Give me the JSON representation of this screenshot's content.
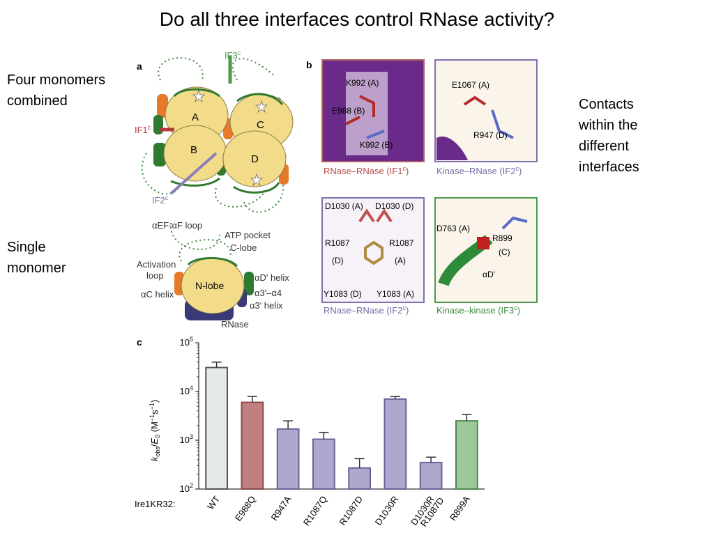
{
  "slide": {
    "title": "Do all three interfaces control RNase activity?",
    "left_notes": [
      "Four monomers combined",
      "Single monomer"
    ],
    "right_note": "Contacts within the different interfaces"
  },
  "panel_a": {
    "letter": "a",
    "monomers": [
      "A",
      "B",
      "C",
      "D"
    ],
    "interfaces": [
      "IF1",
      "IF2",
      "IF3"
    ],
    "superscript": "c",
    "labels": {
      "loop": "αEF-αF loop",
      "atp": "ATP pocket",
      "clobe": "C-lobe",
      "activation": "Activation",
      "activation2": "loop",
      "nlobe": "N-lobe",
      "achelix": "αC helix",
      "adhelix": "αD' helix",
      "a34": "α3′–α4",
      "a3helix": "α3′ helix",
      "rnase": "RNase"
    },
    "colors": {
      "lobe": "#f2dc8a",
      "green": "#2e8b3a",
      "orange": "#e8782a",
      "navy": "#3a3a78",
      "if1": "#b33a3a",
      "if2": "#8a80b8",
      "if3": "#4a9a4a"
    }
  },
  "panel_b": {
    "letter": "b",
    "boxes": [
      {
        "caption": "RNase–RNase (IF1",
        "sup": "c",
        "end": ")",
        "residues": [
          "K992 (A)",
          "E988 (B)",
          "K992 (B)"
        ],
        "border": "#b36060",
        "capcolor": "#b34a4a"
      },
      {
        "caption": "Kinase–RNase (IF2",
        "sup": "c",
        "end": ")",
        "residues": [
          "E1067 (A)",
          "R947 (D)"
        ],
        "border": "#8070b0",
        "capcolor": "#7a6aa8"
      },
      {
        "caption": "RNase–RNase (IF2",
        "sup": "c",
        "end": ")",
        "residues": [
          "D1030 (A)",
          "D1030 (D)",
          "R1087",
          "(D)",
          "R1087",
          "(A)",
          "Y1083 (D)",
          "Y1083 (A)"
        ],
        "border": "#8070b0",
        "capcolor": "#7a6aa8"
      },
      {
        "caption": "Kinase–kinase (IF3",
        "sup": "c",
        "end": ")",
        "residues": [
          "D763 (A)",
          "R899",
          "(C)",
          "αD′"
        ],
        "border": "#4a9a4a",
        "capcolor": "#3a8a3a"
      }
    ]
  },
  "panel_c": {
    "letter": "c",
    "row_label": "Ire1KR32:",
    "chart_data": {
      "type": "bar",
      "categories": [
        "WT",
        "E988Q",
        "R947A",
        "R1087Q",
        "R1087D",
        "D1030R",
        "D1030R\nR1087D",
        "R899A"
      ],
      "values": [
        31000,
        6000,
        1700,
        1050,
        270,
        7000,
        350,
        2500
      ],
      "errors": [
        9000,
        1900,
        800,
        400,
        150,
        900,
        100,
        900
      ],
      "bar_colors": [
        "#e6eae6",
        "#c08080",
        "#b0a8cc",
        "#b0a8cc",
        "#b0a8cc",
        "#b0a8cc",
        "#b0a8cc",
        "#9cc89c"
      ],
      "edge_colors": [
        "#555555",
        "#8a4a4a",
        "#6a6298",
        "#6a6298",
        "#6a6298",
        "#6a6298",
        "#6a6298",
        "#4a8a4a"
      ],
      "y_scale": "log",
      "ylim": [
        100,
        100000
      ],
      "ytick_base": "10",
      "ytick_exponents": [
        "2",
        "3",
        "4",
        "5"
      ],
      "ylabel": {
        "k": "k",
        "obs": "obs",
        "slash": "/",
        "E": "E",
        "zero": "0",
        "units": " (M",
        "m1": "−1",
        "s": "s",
        "m1b": "−1",
        "close": ")"
      }
    }
  }
}
